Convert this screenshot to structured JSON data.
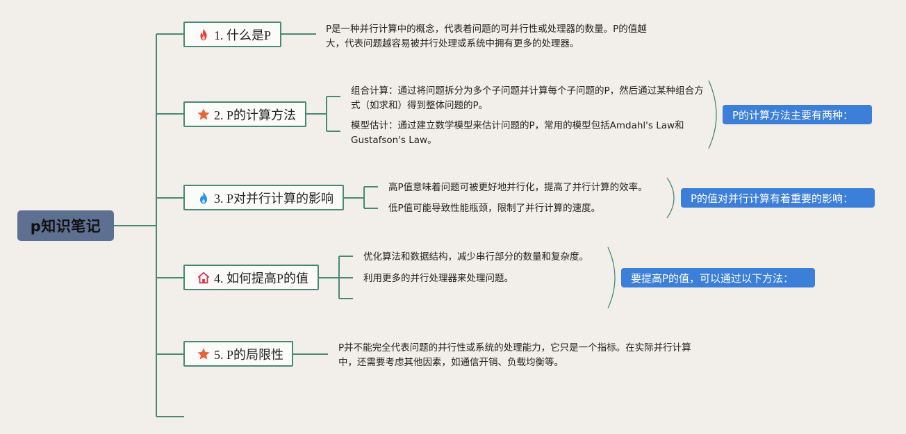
{
  "colors": {
    "background": "#f2eee9",
    "root_fill": "#5e7091",
    "branch_line": "#4a8876",
    "summary_fill": "#3c7fd9",
    "fire_icon": "#e8433a",
    "star_icon": "#e8633a",
    "water_icon": "#2a8fe8",
    "house_icon": "#d9344d"
  },
  "root": {
    "title": "p知识笔记"
  },
  "topics": [
    {
      "label": "1. 什么是P",
      "icon": "fire-icon",
      "note": "P是一种并行计算中的概念，代表着问题的可并行性或处理器的数量。P的值越大，代表问题越容易被并行处理或系统中拥有更多的处理器。"
    },
    {
      "label": "2. P的计算方法",
      "icon": "star-icon",
      "details": [
        "组合计算：通过将问题拆分为多个子问题并计算每个子问题的P，然后通过某种组合方式（如求和）得到整体问题的P。",
        "模型估计：通过建立数学模型来估计问题的P，常用的模型包括Amdahl's Law和Gustafson's Law。"
      ],
      "summary": "P的计算方法主要有两种："
    },
    {
      "label": "3. P对并行计算的影响",
      "icon": "water-drop-icon",
      "details": [
        "高P值意味着问题可被更好地并行化，提高了并行计算的效率。",
        "低P值可能导致性能瓶颈，限制了并行计算的速度。"
      ],
      "summary": "P的值对并行计算有着重要的影响："
    },
    {
      "label": "4. 如何提高P的值",
      "icon": "house-icon",
      "details": [
        "优化算法和数据结构，减少串行部分的数量和复杂度。",
        "利用更多的并行处理器来处理问题。"
      ],
      "summary": "要提高P的值，可以通过以下方法："
    },
    {
      "label": "5. P的局限性",
      "icon": "star-icon",
      "note": "P并不能完全代表问题的并行性或系统的处理能力，它只是一个指标。在实际并行计算中，还需要考虑其他因素，如通信开销、负载均衡等。"
    }
  ]
}
